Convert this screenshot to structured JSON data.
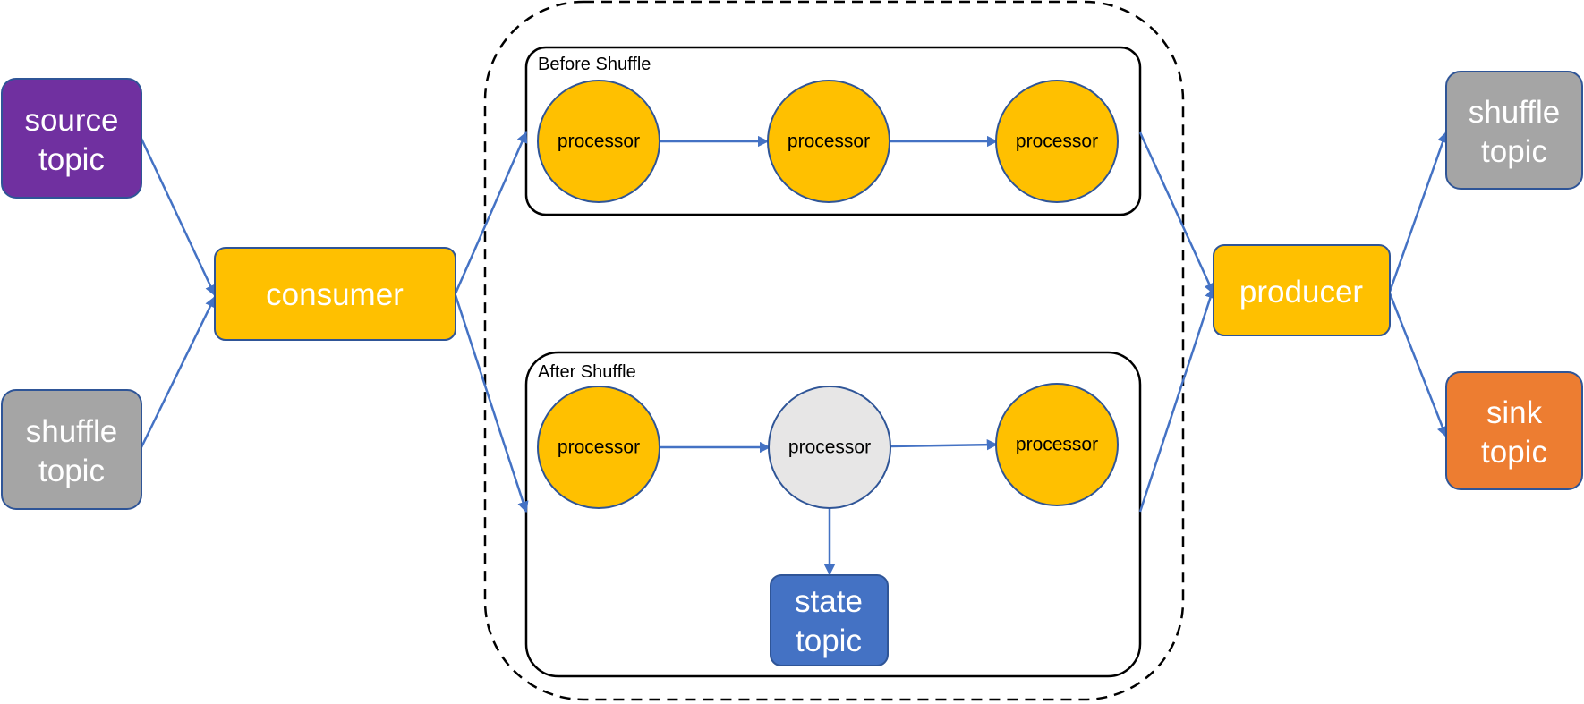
{
  "nodes": {
    "source_topic": {
      "lines": [
        "source",
        "topic"
      ]
    },
    "shuffle_topic_in": {
      "lines": [
        "shuffle",
        "topic"
      ]
    },
    "consumer": {
      "label": "consumer"
    },
    "producer": {
      "label": "producer"
    },
    "shuffle_topic_out": {
      "lines": [
        "shuffle",
        "topic"
      ]
    },
    "sink_topic": {
      "lines": [
        "sink",
        "topic"
      ]
    },
    "state_topic": {
      "lines": [
        "state",
        "topic"
      ]
    }
  },
  "groups": {
    "before": {
      "label": "Before Shuffle",
      "processors": [
        "processor",
        "processor",
        "processor"
      ]
    },
    "after": {
      "label": "After Shuffle",
      "processors": [
        "processor",
        "processor",
        "processor"
      ]
    }
  },
  "colors": {
    "purple": "#7030a0",
    "gray": "#a5a5a5",
    "amber": "#ffc000",
    "orange": "#ed7d31",
    "blue": "#4472c4",
    "light_gray": "#e7e6e6",
    "edge": "#4472c4"
  }
}
